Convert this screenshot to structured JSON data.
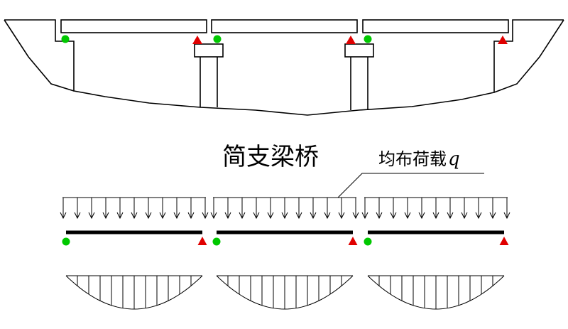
{
  "diagram": {
    "title": "简支梁桥",
    "load_label": "均布荷载",
    "load_symbol": "q",
    "colors": {
      "line": "#000000",
      "hinge_support": "#00c800",
      "roller_support": "#e00000",
      "background": "#ffffff"
    },
    "span_count": 3,
    "support_types": [
      "hinge",
      "roller"
    ],
    "moment_diagram_shape": "parabola"
  }
}
